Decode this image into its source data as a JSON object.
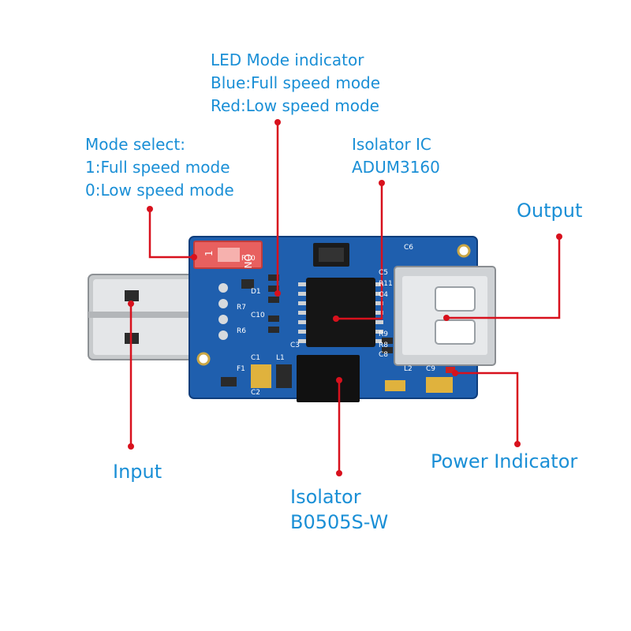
{
  "colors": {
    "label_text": "#1a8fd6",
    "leader_line": "#d8111d",
    "pcb_blue": "#1f5fae",
    "usb_metal": "#c7cacc",
    "dip_switch_red": "#e8605f"
  },
  "labels": {
    "led_mode": {
      "line1": "LED Mode indicator",
      "line2": "Blue:Full speed mode",
      "line3": "Red:Low speed mode"
    },
    "mode_select": {
      "line1": "Mode select:",
      "line2": "1:Full speed mode",
      "line3": "0:Low speed mode"
    },
    "isolator_ic": {
      "line1": "Isolator IC",
      "line2": "ADUM3160"
    },
    "output": "Output",
    "input": "Input",
    "power_indicator": "Power Indicator",
    "isolator_dcdc": {
      "line1": "Isolator",
      "line2": "B0505S-W"
    }
  },
  "silkscreen": {
    "switch_on": "ON",
    "switch_1": "1",
    "refs": [
      "R10",
      "D1",
      "R7",
      "C10",
      "R6",
      "F1",
      "C1",
      "L1",
      "C2",
      "C3",
      "R11",
      "C5",
      "C4",
      "R9",
      "R8",
      "C8",
      "L2",
      "C9",
      "C6"
    ]
  }
}
